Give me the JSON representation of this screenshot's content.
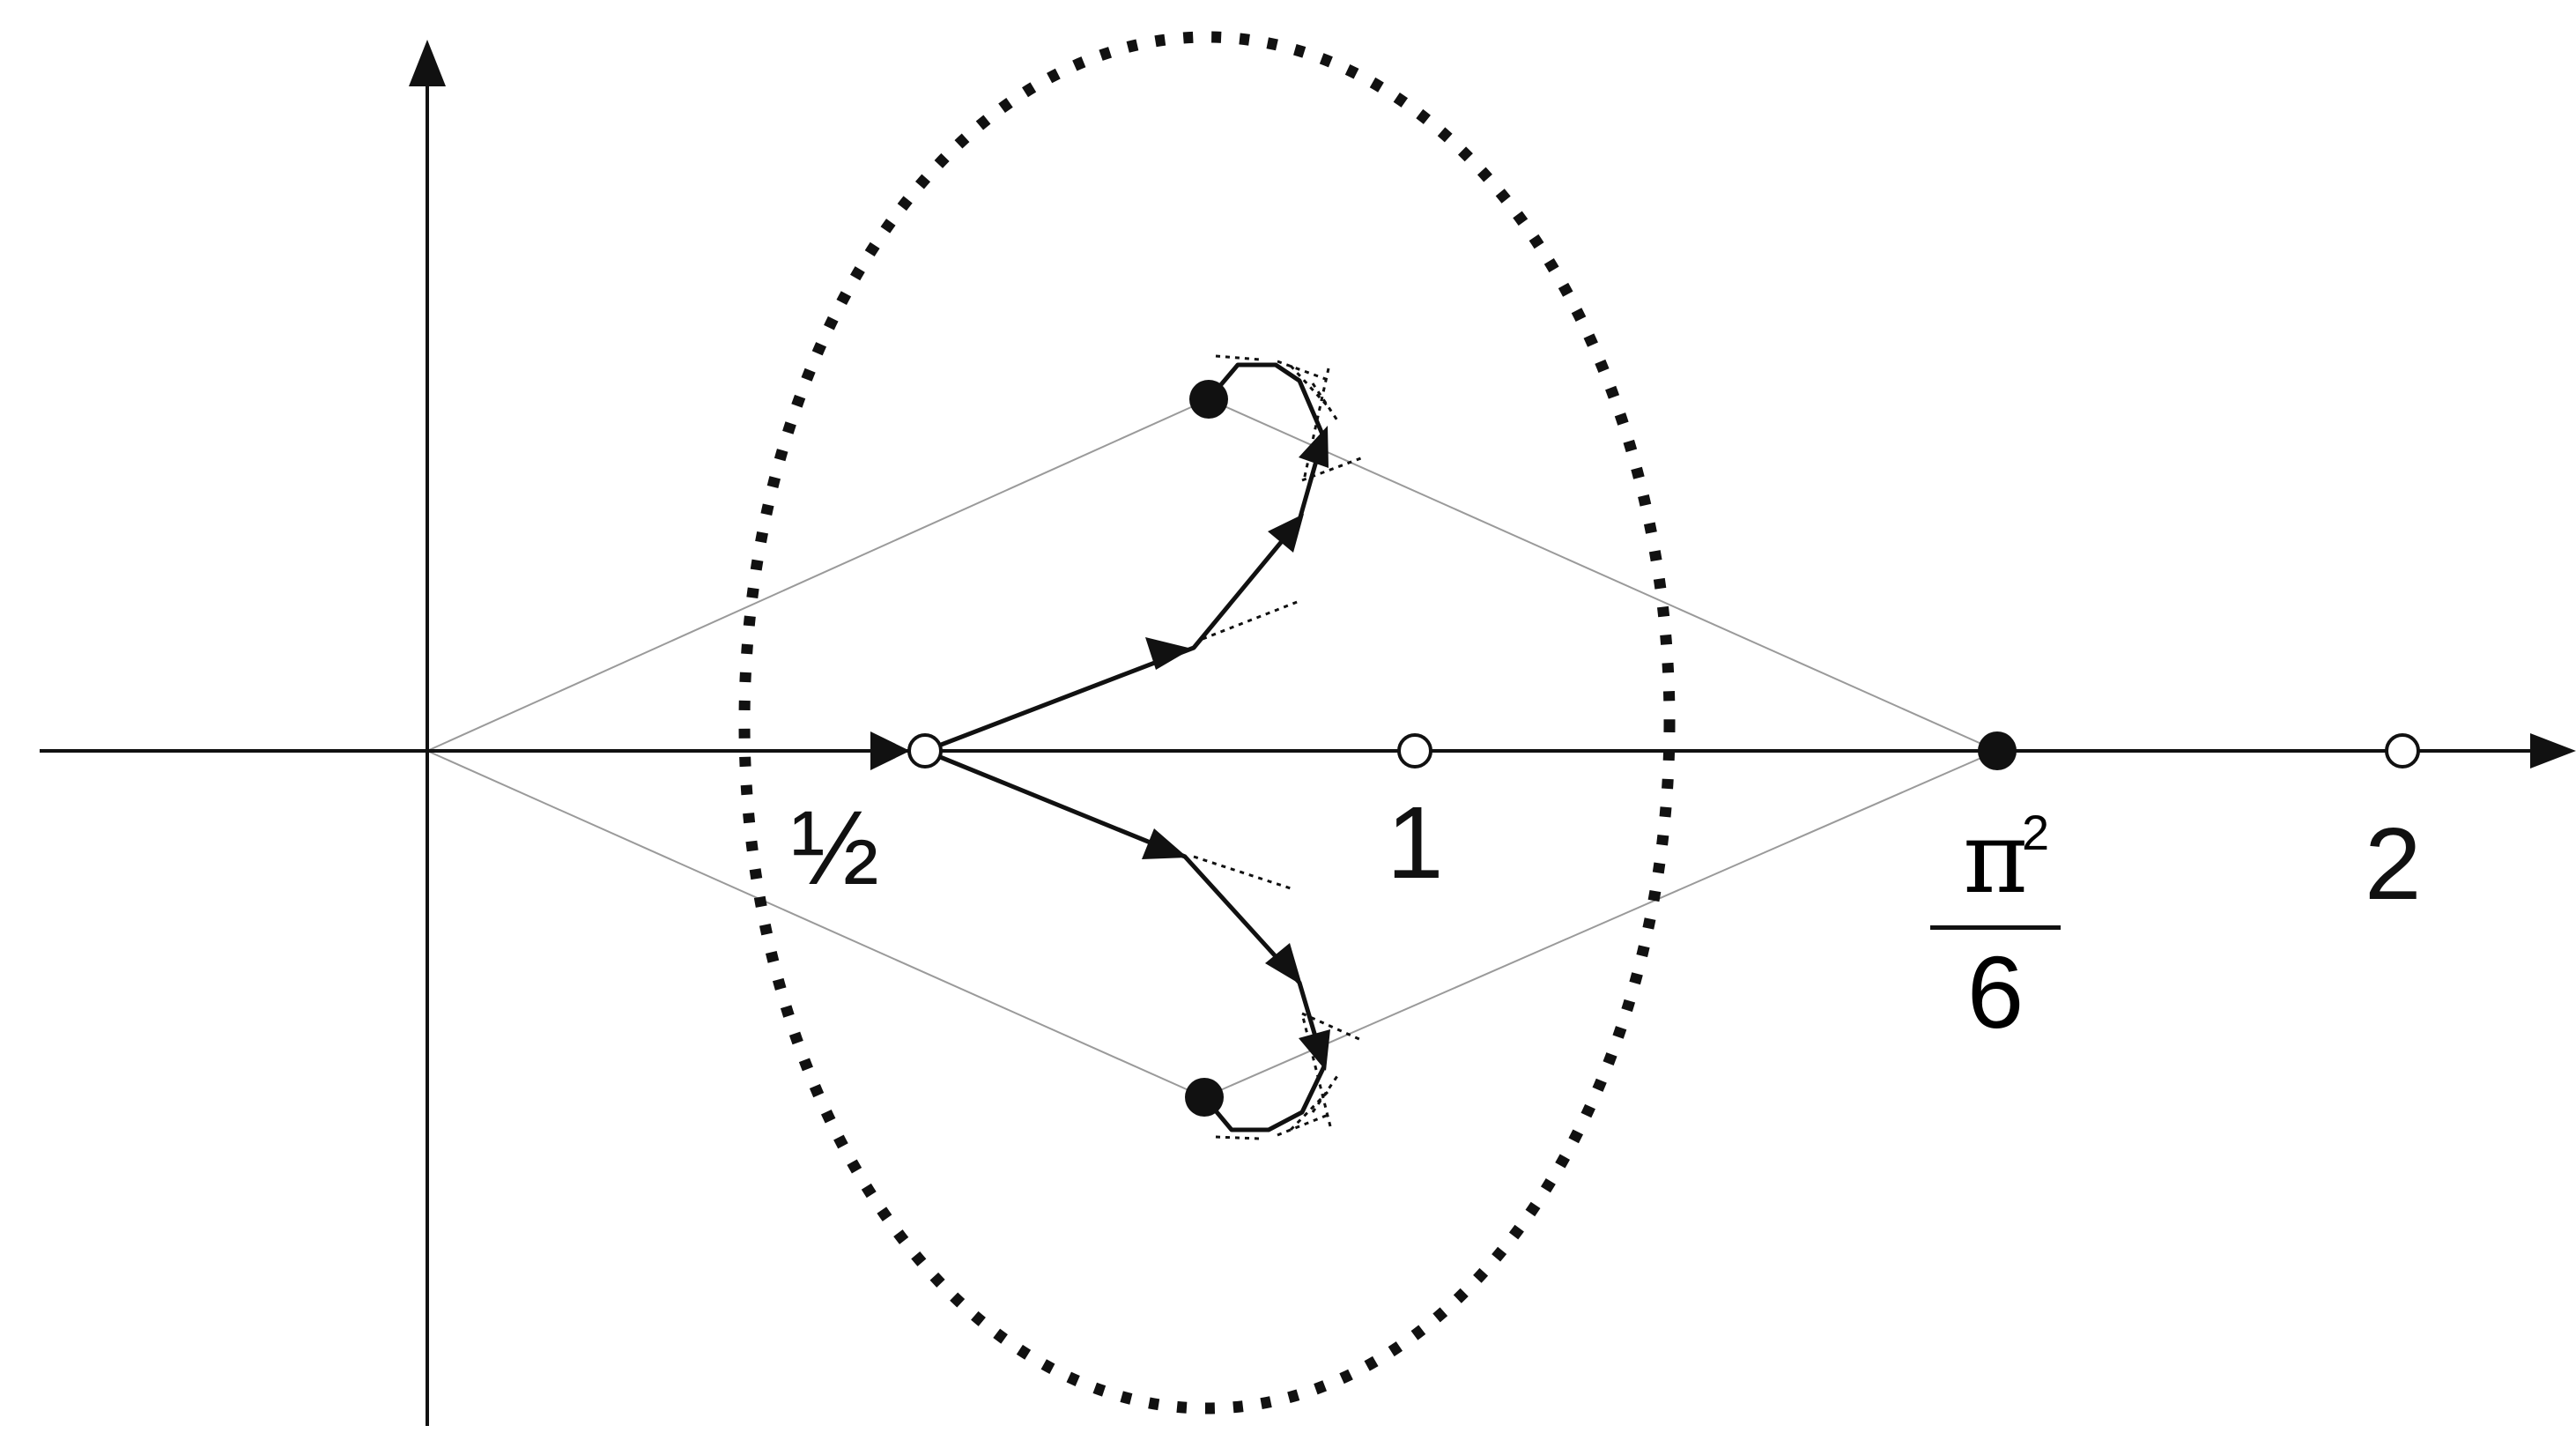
{
  "diagram": {
    "labels": {
      "half": "½",
      "one": "1",
      "pi_numerator": "π",
      "pi_exponent": "2",
      "pi_denominator": "6",
      "two": "2"
    },
    "colors": {
      "ink": "#111111",
      "guide": "#9a9a9a",
      "background": "#ffffff"
    }
  }
}
